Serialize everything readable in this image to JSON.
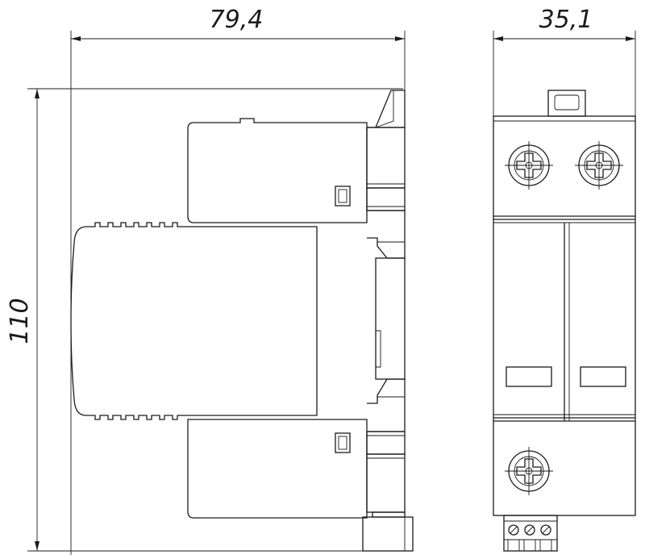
{
  "dimensions": {
    "side_width": "79,4",
    "front_width": "35,1",
    "height": "110"
  }
}
